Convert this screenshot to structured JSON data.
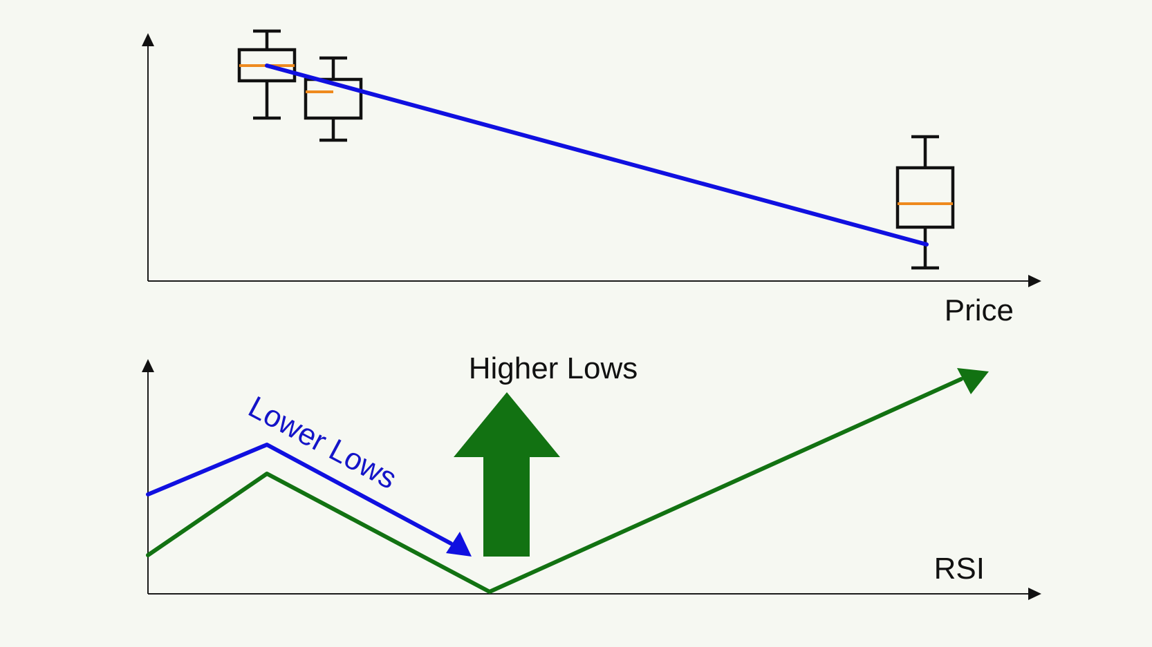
{
  "labels": {
    "top_panel": "Price",
    "bottom_panel": "RSI",
    "descending": "Lower Lows",
    "ascending": "Higher Lows"
  },
  "colors": {
    "background": "#f6f8f2",
    "axis": "#111111",
    "price_trend": "#1010e0",
    "rsi_line": "#127212",
    "median": "#ee8a1e",
    "descending_text": "#1414c8",
    "up_arrow": "#127212"
  },
  "icons": {
    "up_arrow": "green-up-arrow-icon",
    "descending_arrow": "blue-down-arrow-icon",
    "rsi_arrow": "green-rsi-arrow-icon"
  }
}
